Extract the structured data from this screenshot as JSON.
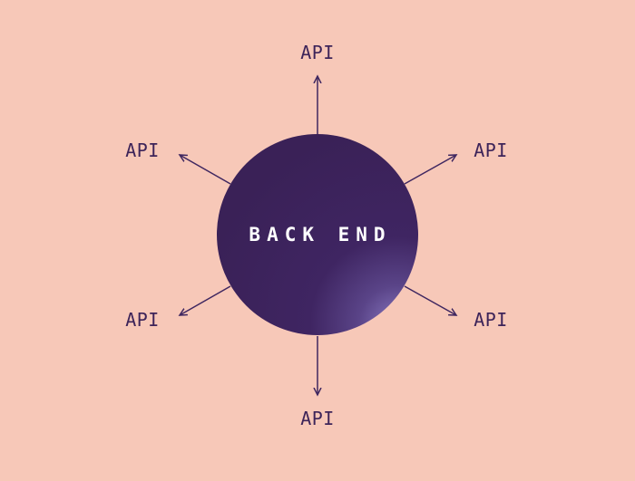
{
  "diagram": {
    "center": {
      "label": "BACK END"
    },
    "nodes": [
      {
        "label": "API",
        "direction": "top"
      },
      {
        "label": "API",
        "direction": "top-left"
      },
      {
        "label": "API",
        "direction": "top-right"
      },
      {
        "label": "API",
        "direction": "bottom-left"
      },
      {
        "label": "API",
        "direction": "bottom-right"
      },
      {
        "label": "API",
        "direction": "bottom"
      }
    ],
    "colors": {
      "background": "#f7c8b8",
      "circle_dark": "#3a2157",
      "circle_light": "#7c69b0",
      "arrow": "#3f2760",
      "text": "#3d2459"
    }
  }
}
